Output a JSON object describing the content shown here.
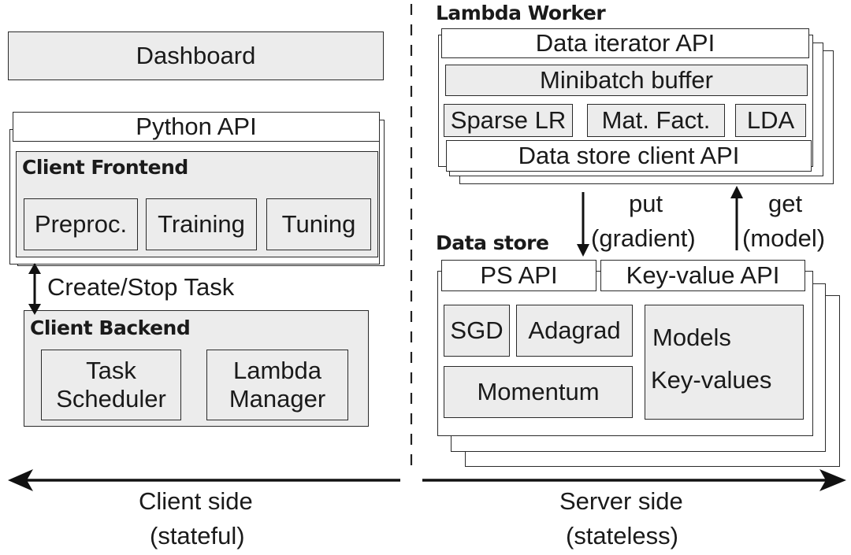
{
  "client": {
    "dashboard": "Dashboard",
    "python_api": "Python API",
    "frontend_title": "Client Frontend",
    "frontend_modules": [
      "Preproc.",
      "Training",
      "Tuning"
    ],
    "create_stop": "Create/Stop Task",
    "backend_title": "Client Backend",
    "task_scheduler": [
      "Task",
      "Scheduler"
    ],
    "lambda_manager": [
      "Lambda",
      "Manager"
    ],
    "side_label": [
      "Client side",
      "(stateful)"
    ]
  },
  "server": {
    "worker_title": "Lambda Worker",
    "data_iterator_api": "Data iterator API",
    "minibatch_buffer": "Minibatch buffer",
    "worker_modules": [
      "Sparse LR",
      "Mat. Fact.",
      "LDA"
    ],
    "data_store_client_api": "Data store client API",
    "put_label": [
      "put",
      "(gradient)"
    ],
    "get_label": [
      "get",
      "(model)"
    ],
    "store_title": "Data store",
    "ps_api": "PS API",
    "kv_api": "Key-value API",
    "sgd": "SGD",
    "adagrad": "Adagrad",
    "momentum": "Momentum",
    "models": [
      "Models",
      "Key-values"
    ],
    "side_label": [
      "Server side",
      "(stateless)"
    ]
  }
}
